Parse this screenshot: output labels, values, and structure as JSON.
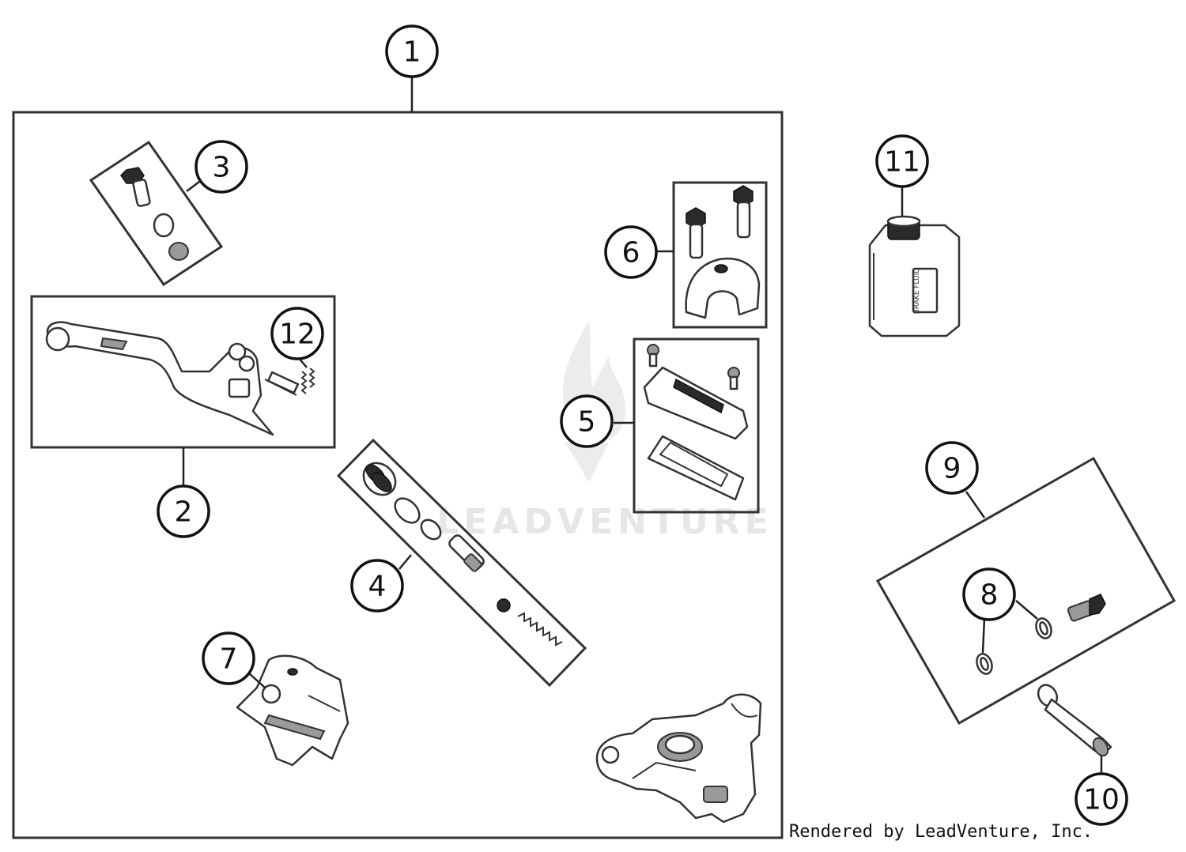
{
  "callouts": {
    "c1": "1",
    "c2": "2",
    "c3": "3",
    "c4": "4",
    "c5": "5",
    "c6": "6",
    "c7": "7",
    "c8": "8",
    "c9": "9",
    "c10": "10",
    "c11": "11",
    "c12": "12"
  },
  "watermark": "LEADVENTURE",
  "fluid_label": "BRAKE FLUID",
  "credit": "Rendered by LeadVenture, Inc."
}
